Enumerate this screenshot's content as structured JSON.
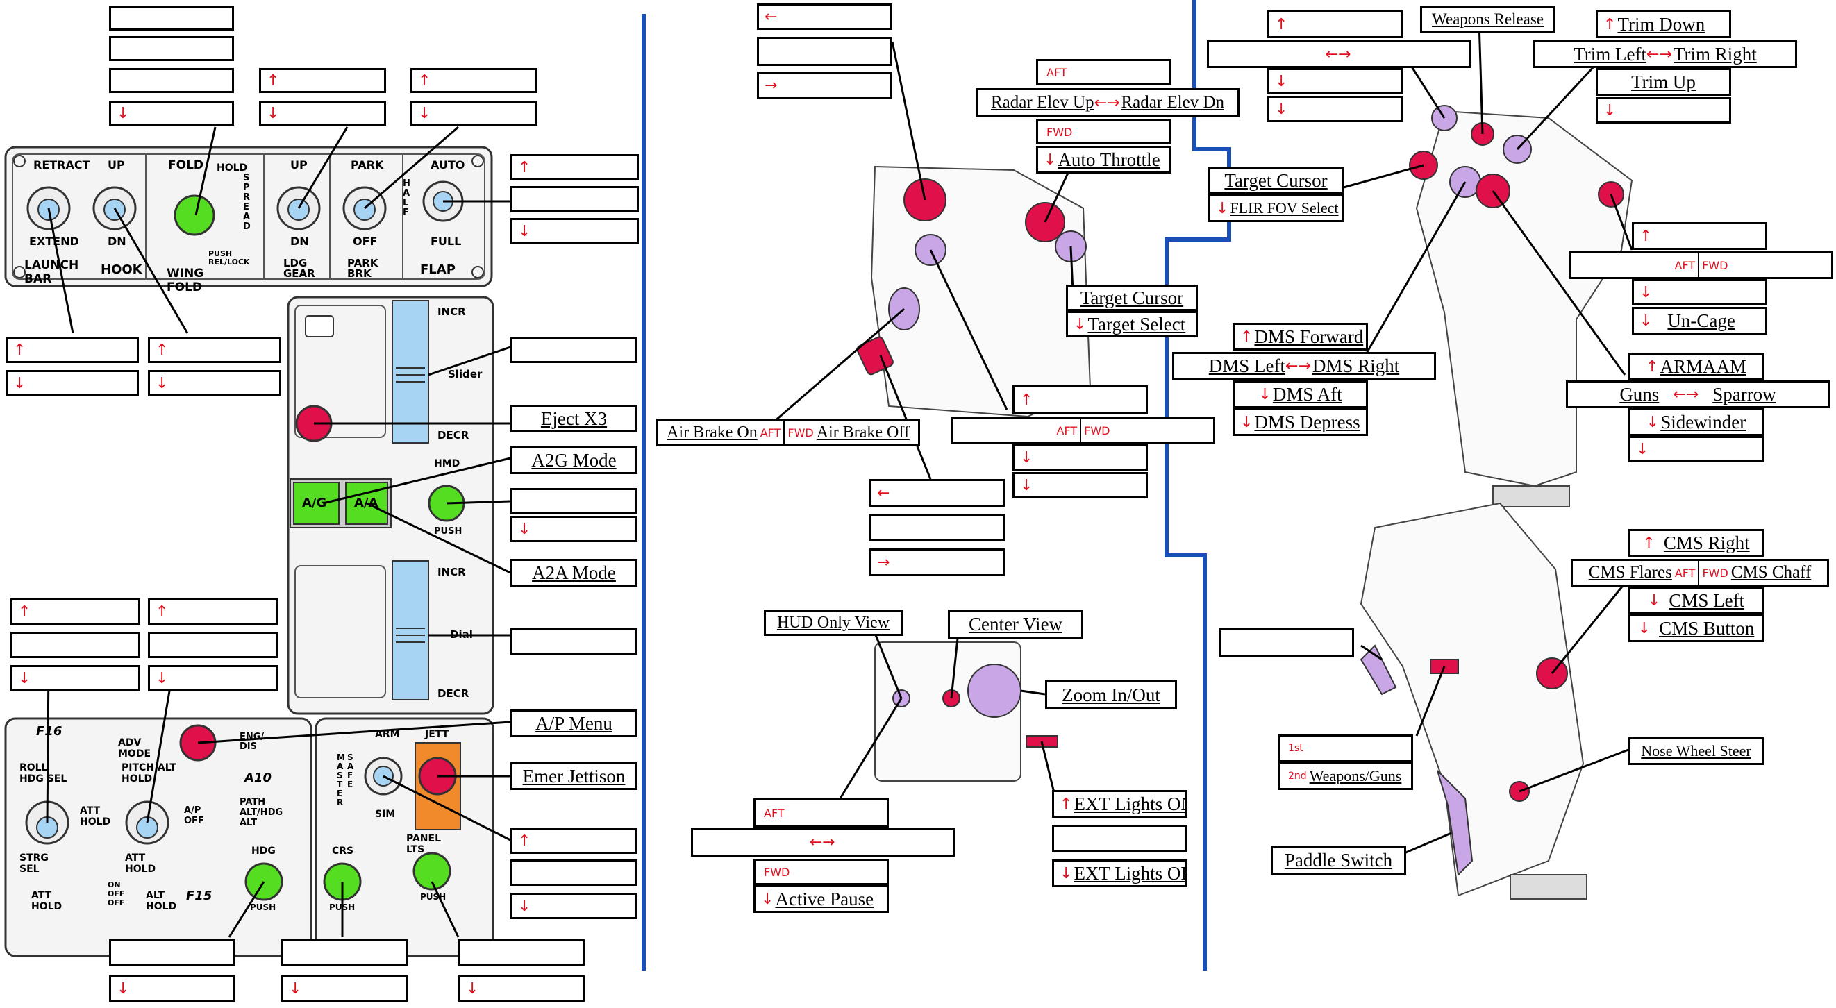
{
  "colors": {
    "divider": "#1a4fb8",
    "highlight_red": "#e0104a",
    "highlight_green": "#55dd22",
    "highlight_purple": "#c9a6e6",
    "switch_blue": "#a8d4f4"
  },
  "panel": {
    "retract": "RETRACT",
    "extend": "EXTEND",
    "launch_bar": "LAUNCH BAR",
    "up1": "UP",
    "dn1": "DN",
    "hook": "HOOK",
    "fold": "FOLD",
    "hold": "HOLD",
    "spread": "SPREAD",
    "push_rel_lock": "PUSH REL/LOCK",
    "wing_fold": "WING FOLD",
    "up2": "UP",
    "dn2": "DN",
    "ldg_gear": "LDG GEAR",
    "park": "PARK",
    "off": "OFF",
    "park_brk": "PARK BRK",
    "auto": "AUTO",
    "half": "HALF",
    "full": "FULL",
    "flap": "FLAP",
    "incr1": "INCR",
    "slider": "Slider",
    "decr1": "DECR",
    "hmd": "HMD",
    "push1": "PUSH",
    "ag": "A/G",
    "aa": "A/A",
    "incr2": "INCR",
    "dial": "Dial",
    "decr2": "DECR",
    "f16": "F16",
    "roll_hdg_sel": "ROLL HDG SEL",
    "adv_mode": "ADV MODE",
    "eng_dis": "ENG/ DIS",
    "pitch_alt_hold": "PITCH ALT HOLD",
    "a10": "A10",
    "att_hold": "ATT HOLD",
    "ap_off": "A/P OFF",
    "path": "PATH ALT/HDG ALT",
    "strg_sel": "STRG SEL",
    "att_hold2": "ATT HOLD",
    "att_hold3": "ATT HOLD",
    "on_off_off": "ON OFF OFF",
    "alt_hold": "ALT HOLD",
    "f15": "F15",
    "hdg": "HDG",
    "crs": "CRS",
    "push2": "PUSH",
    "push3": "PUSH",
    "arm": "ARM",
    "master": "MASTER",
    "safe": "SAFE",
    "sim": "SIM",
    "jett": "JETT",
    "panel_lts": "PANEL LTS",
    "push4": "PUSH"
  },
  "labels": {
    "eject": "Eject X3",
    "a2g": "A2G Mode",
    "a2a": "A2A Mode",
    "ap_menu": "A/P Menu",
    "emer_jett": "Emer Jettison",
    "radar_up": "Radar Elev Up",
    "radar_dn": "Radar Elev Dn",
    "auto_throttle": "Auto Throttle",
    "target_cursor_1": "Target Cursor",
    "target_select": "Target Select",
    "air_brake_on": "Air Brake On",
    "air_brake_off": "Air Brake Off",
    "hud_only": "HUD Only View",
    "center_view": "Center View",
    "zoom": "Zoom In/Out",
    "ext_on": "EXT Lights ON",
    "ext_off": "EXT Lights OFF",
    "active_pause": "Active Pause",
    "weapons_release": "Weapons Release",
    "trim_down": "Trim Down",
    "trim_left": "Trim Left",
    "trim_right": "Trim Right",
    "trim_up": "Trim Up",
    "target_cursor_2": "Target Cursor",
    "flir": "FLIR FOV Select",
    "uncage": "Un-Cage",
    "dms_fwd": "DMS Forward",
    "dms_left": "DMS Left",
    "dms_right": "DMS Right",
    "dms_aft": "DMS Aft",
    "dms_depress": "DMS Depress",
    "armaam": "ARMAAM",
    "guns": "Guns",
    "sparrow": "Sparrow",
    "sidewinder": "Sidewinder",
    "cms_right": "CMS Right",
    "cms_flares": "CMS Flares",
    "cms_chaff": "CMS Chaff",
    "cms_left": "CMS Left",
    "cms_button": "CMS Button",
    "first": "1st",
    "second": "2nd",
    "weapons_guns": "Weapons/Guns",
    "nose_wheel": "Nose Wheel Steer",
    "paddle": "Paddle Switch",
    "aft": "AFT",
    "fwd": "FWD"
  }
}
